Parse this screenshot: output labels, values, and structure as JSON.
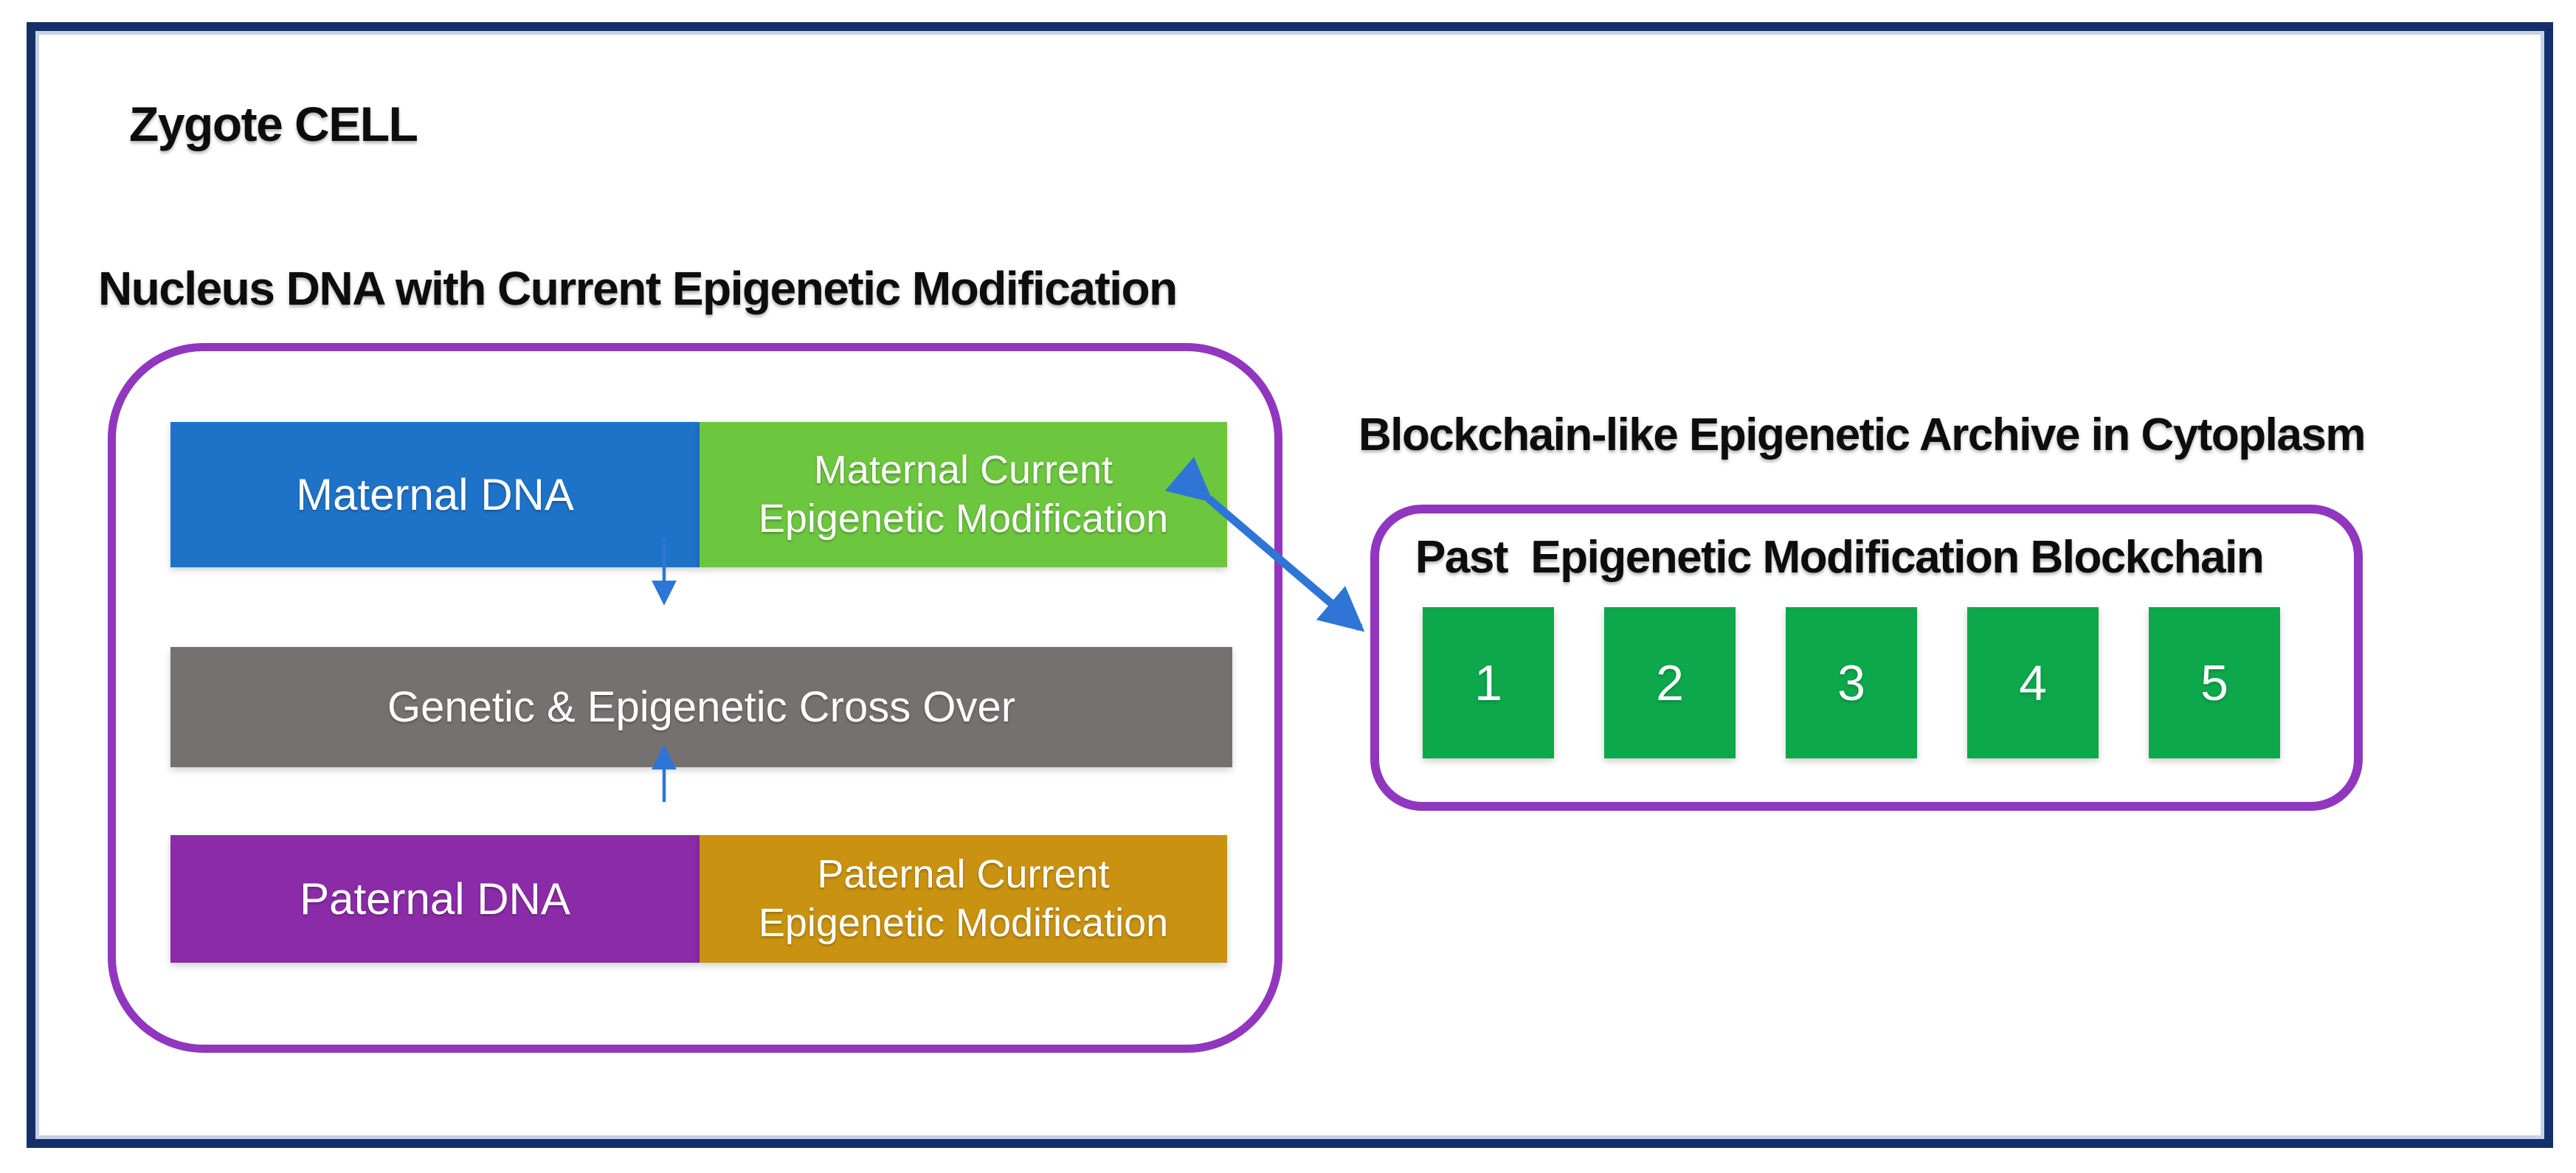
{
  "cell": {
    "title": "Zygote CELL"
  },
  "nucleus": {
    "heading": "Nucleus DNA with Current Epigenetic Modification",
    "maternal_dna_label": "Maternal DNA",
    "maternal_epigenetic_label": "Maternal Current\nEpigenetic Modification",
    "crossover_label": "Genetic & Epigenetic Cross Over",
    "paternal_dna_label": "Paternal DNA",
    "paternal_epigenetic_label": "Paternal Current\nEpigenetic Modification"
  },
  "archive": {
    "heading": "Blockchain-like Epigenetic Archive in Cytoplasm",
    "subheading": "Past  Epigenetic Modification Blockchain",
    "blocks": [
      "1",
      "2",
      "3",
      "4",
      "5"
    ]
  },
  "colors": {
    "outer_border": "#14306B",
    "container_border": "#9136BE",
    "maternal_dna": "#1E73C8",
    "maternal_epi": "#6CC63E",
    "crossover": "#767171",
    "paternal_dna": "#8B2BA8",
    "paternal_epi": "#C99211",
    "block": "#0CA84B",
    "arrow": "#2E75D6"
  }
}
